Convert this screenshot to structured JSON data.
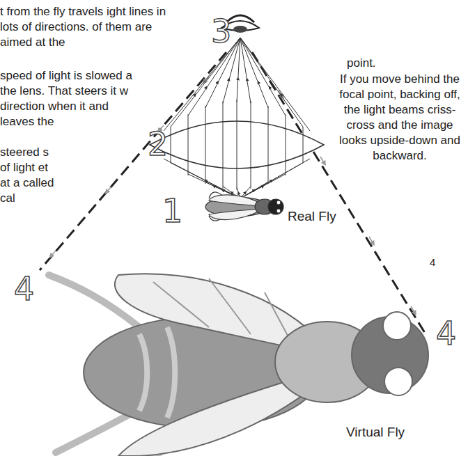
{
  "diagram": {
    "labels": [
      "t from the fly travels ight lines in lots of directions. of them are aimed at the",
      "speed of light is slowed a the lens. That steers it w direction when it and leaves the",
      "steered s of light et at a called cal",
      "point.",
      "If you move behind the focal point, backing off, the light beams criss-cross and the image looks upside-down and backward.",
      "3",
      "2",
      "1",
      "Real Fly",
      "4",
      "4",
      "4",
      "Virtual Fly"
    ]
  }
}
